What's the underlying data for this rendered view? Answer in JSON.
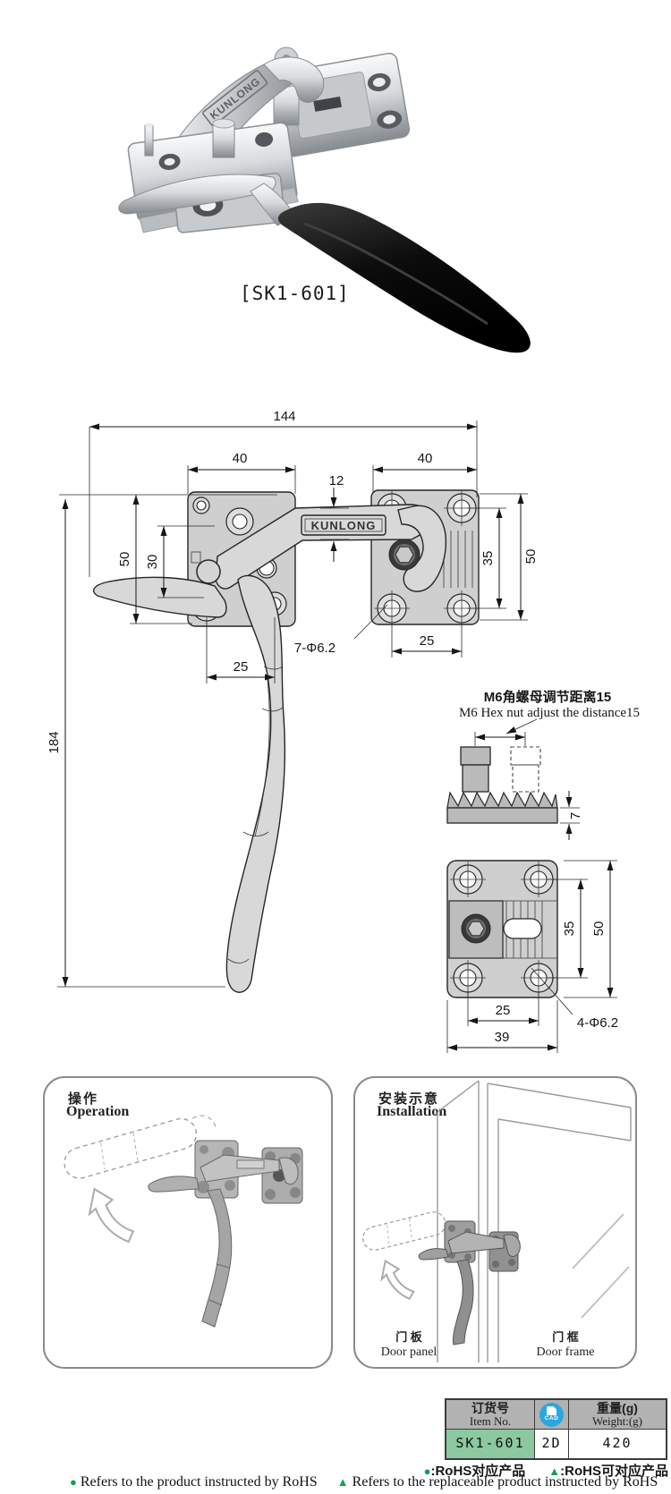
{
  "product": {
    "model_label": "[SK1-601]",
    "brand": "KUNLONG"
  },
  "drawing": {
    "front": {
      "dim_144": "144",
      "dim_40_left": "40",
      "dim_12": "12",
      "dim_40_right": "40",
      "dim_50_left": "50",
      "dim_30": "30",
      "dim_184": "184",
      "dim_25_left": "25",
      "dim_25_right": "25",
      "dim_35_right": "35",
      "dim_50_right": "50",
      "holes_label": "7-Φ6.2"
    },
    "nut": {
      "label_cn": "M6角螺母调节距离15",
      "label_en": "M6 Hex nut  adjust the distance15",
      "dim_7": "7"
    },
    "plate": {
      "dim_35": "35",
      "dim_50": "50",
      "dim_25": "25",
      "dim_39": "39",
      "holes_label": "4-Φ6.2"
    }
  },
  "operation_box": {
    "title_cn": "操作",
    "title_en": "Operation"
  },
  "installation_box": {
    "title_cn": "安装示意",
    "title_en": "Installation",
    "door_panel_cn": "门 板",
    "door_panel_en": "Door panel",
    "door_frame_cn": "门 框",
    "door_frame_en": "Door frame"
  },
  "table": {
    "header": {
      "item_cn": "订货号",
      "item_en": "Item No.",
      "cad_icon": "CAD",
      "weight_cn": "重量(g)",
      "weight_en": "Weight:(g)"
    },
    "row": {
      "item": "SK1-601",
      "cad": "2D",
      "weight": "420"
    }
  },
  "footer": {
    "cn_dot": "●",
    "cn_dot_text": ":RoHS对应产品",
    "cn_tri": "▲",
    "cn_tri_text": ":RoHS可对应产品",
    "en_dot": "●",
    "en_dot_text": "Refers to the product instructed by RoHS",
    "en_tri": "▲",
    "en_tri_text": "Refers to the replaceable product instructed by RoHS"
  },
  "colors": {
    "accent_green": "#12a150",
    "row_green": "#8cc8a0",
    "header_gray": "#b2b2b2",
    "cad_blue": "#2aa7df"
  }
}
